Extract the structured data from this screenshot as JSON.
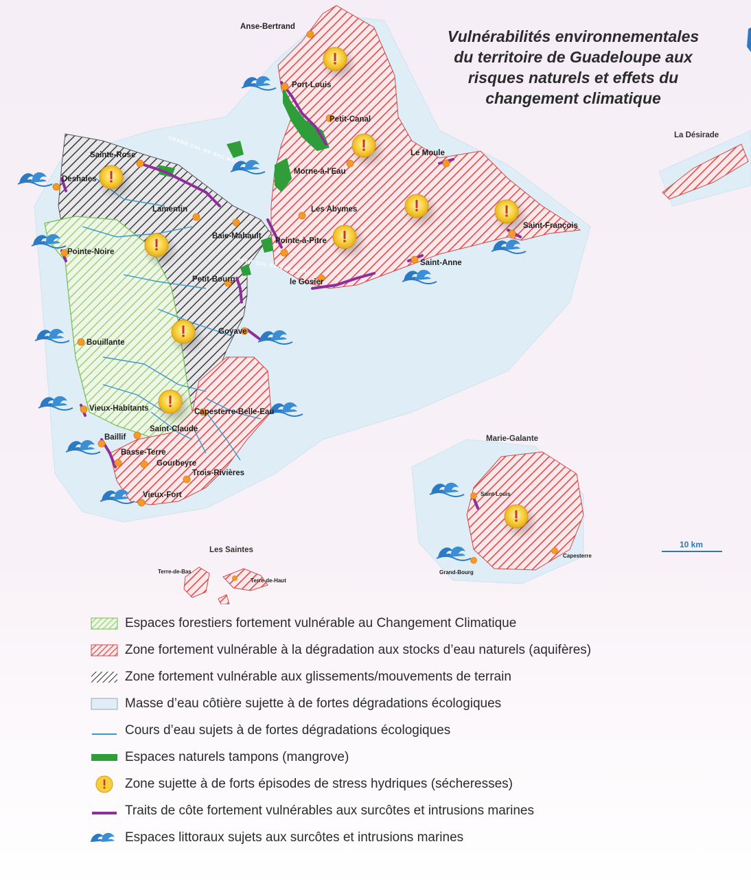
{
  "title_lines": [
    "Vulnérabilités environnementales",
    "du territoire de Guadeloupe aux",
    "risques naturels et effets du",
    "changement climatique"
  ],
  "places": {
    "anse_bertrand": "Anse-Bertrand",
    "port_louis": "Port-Louis",
    "petit_canal": "Petit-Canal",
    "le_moule": "Le Moule",
    "morne_a_leau": "Morne-à-l'Eau",
    "sainte_rose": "Sainte-Rose",
    "deshaies": "Deshaies",
    "lamentin": "Lamentin",
    "les_abymes": "Les Abymes",
    "saint_francois": "Saint-François",
    "baie_mahault": "Baie-Mahault",
    "pointe_a_pitre": "Pointe-à-Pitre",
    "pointe_noire": "Pointe-Noire",
    "saint_anne": "Saint-Anne",
    "petit_bourg": "Petit-Bourg",
    "le_gosier": "le Gosier",
    "goyave": "Goyave",
    "bouillante": "Bouillante",
    "vieux_habitants": "Vieux-Habitants",
    "capesterre_belle_eau": "Capesterre-Belle-Eau",
    "baillif": "Baillif",
    "saint_claude": "Saint-Claude",
    "basse_terre": "Basse-Terre",
    "gourbeyre": "Gourbeyre",
    "trois_rivieres": "Trois-Rivières",
    "vieux_fort": "Vieux-Fort",
    "la_desirade": "La Désirade",
    "marie_galante": "Marie-Galante",
    "saint_louis": "Saint-Louis",
    "grand_bourg": "Grand-Bourg",
    "capesterre": "Capesterre",
    "les_saintes": "Les Saintes",
    "terre_de_bas": "Terre-de-Bas",
    "terre_de_haut": "Terre-de-Haut"
  },
  "scale": {
    "label": "10 km"
  },
  "legend": [
    {
      "key": "forest",
      "label": "Espaces forestiers fortement vulnérable au Changement Climatique",
      "icon": "green-hatch"
    },
    {
      "key": "aquifer",
      "label": "Zone fortement vulnérable à la dégradation aux stocks d’eau naturels (aquifères)",
      "icon": "red-hatch"
    },
    {
      "key": "landslide",
      "label": "Zone fortement vulnérable aux glissements/mouvements de terrain",
      "icon": "black-hatch"
    },
    {
      "key": "coastal_water",
      "label": "Masse d’eau côtière sujette à de fortes dégradations écologiques",
      "icon": "light-blue-box"
    },
    {
      "key": "rivers",
      "label": "Cours d’eau sujets à de fortes dégradations écologiques",
      "icon": "blue-line"
    },
    {
      "key": "mangrove",
      "label": "Espaces naturels tampons (mangrove)",
      "icon": "green-bar"
    },
    {
      "key": "drought",
      "label": "Zone sujette à de forts épisodes de stress hydriques (sécheresses)",
      "icon": "drought-circle"
    },
    {
      "key": "coastline",
      "label": "Traits de côte fortement vulnérables aux surcôtes et intrusions marines",
      "icon": "purple-line"
    },
    {
      "key": "coastal_waves",
      "label": "Espaces littoraux sujets aux surcôtes et intrusions marines",
      "icon": "wave-icon"
    }
  ],
  "colors": {
    "red_hatch": "#e04a4a",
    "green_hatch": "#9ccf7a",
    "black_hatch": "#3a3a3a",
    "coastal_water": "#dfedf6",
    "river": "#3a98c9",
    "mangrove": "#2f9e3a",
    "coastline": "#8e2e9a",
    "drought": "#f3c22b",
    "town": "#f39a2a",
    "wave": "#2c7ac4"
  }
}
